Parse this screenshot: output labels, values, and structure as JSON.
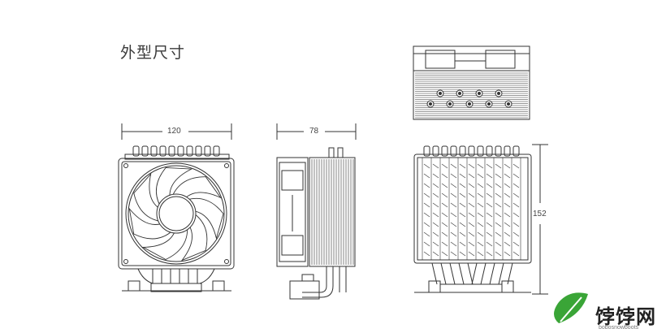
{
  "title": "外型尺寸",
  "dimensions": {
    "width": "120",
    "depth": "78",
    "height": "152"
  },
  "watermark": {
    "name": "饽饽网",
    "url": "bobosnowboots",
    "accent": "#3aa537"
  }
}
